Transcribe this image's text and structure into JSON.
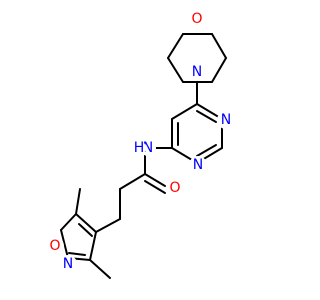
{
  "molecule": {
    "colors": {
      "bond": "#000000",
      "oxygen": "#ff0000",
      "nitrogen": "#0000ff"
    },
    "atoms": {
      "morpholine_o": "O",
      "morpholine_n": "N",
      "pyrimidine_n_upper": "N",
      "pyrimidine_n_lower": "N",
      "amide_n": "N",
      "amide_h": "H",
      "carbonyl_o": "O",
      "isoxazole_o": "O",
      "isoxazole_n": "N"
    }
  }
}
